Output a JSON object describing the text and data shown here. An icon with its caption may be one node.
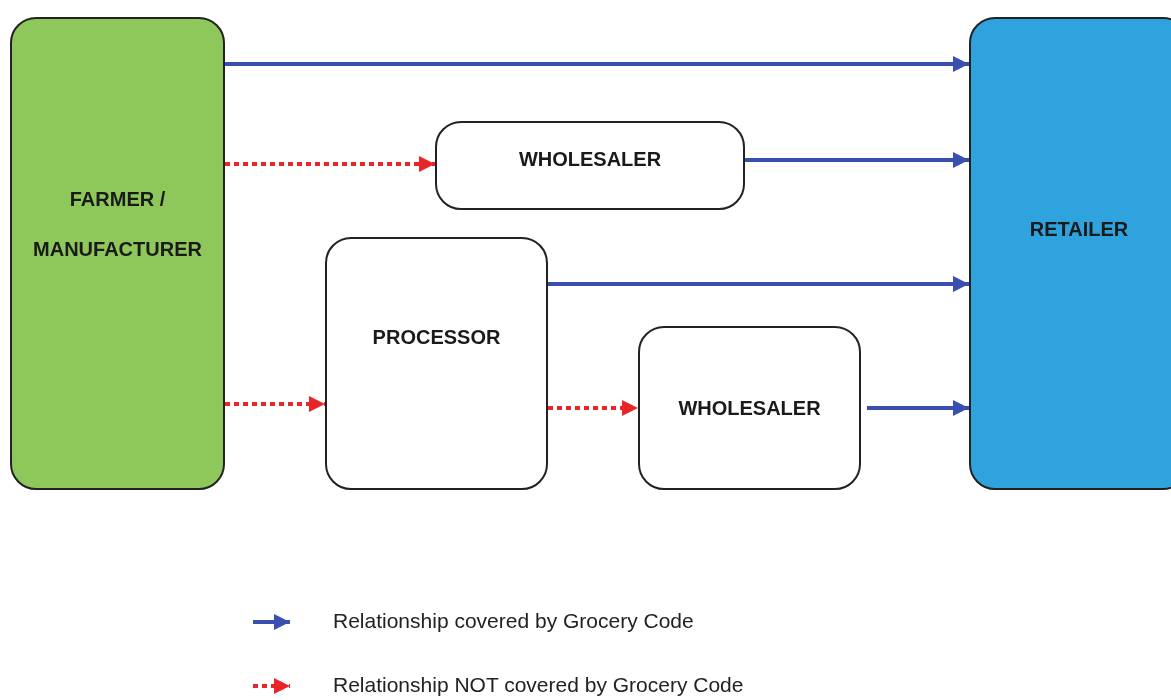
{
  "diagram": {
    "nodes": [
      {
        "text": [
          "FARMER / MANUFACTURER"
        ]
      },
      {
        "text": [
          "WHOLESALER"
        ]
      },
      {
        "text": [
          "RETAILER"
        ]
      },
      {
        "text": [
          "PROCESSOR"
        ]
      },
      {
        "text": [
          "WHOLESALER"
        ]
      }
    ],
    "edges": [
      {
        "from": 0,
        "to": 2,
        "arrow": "to"
      },
      {
        "from": 0,
        "to": 1,
        "arrow": "to",
        "style": "dashed",
        "color": "#e8262a"
      },
      {
        "from": 1,
        "to": 2,
        "arrow": "to"
      },
      {
        "from": 3,
        "to": 2,
        "arrow": "to"
      },
      {
        "from": 0,
        "to": 3,
        "arrow": "to",
        "style": "dashed",
        "color": "#e8262a"
      },
      {
        "from": 3,
        "to": 4,
        "arrow": "to",
        "style": "dashed",
        "color": "#e8262a"
      },
      {
        "from": 4,
        "to": 2,
        "arrow": "to"
      }
    ],
    "legend": [
      {
        "text": "Relationship covered by Grocery Code"
      },
      {
        "text": "Relationship NOT covered by Grocery Code"
      }
    ]
  }
}
